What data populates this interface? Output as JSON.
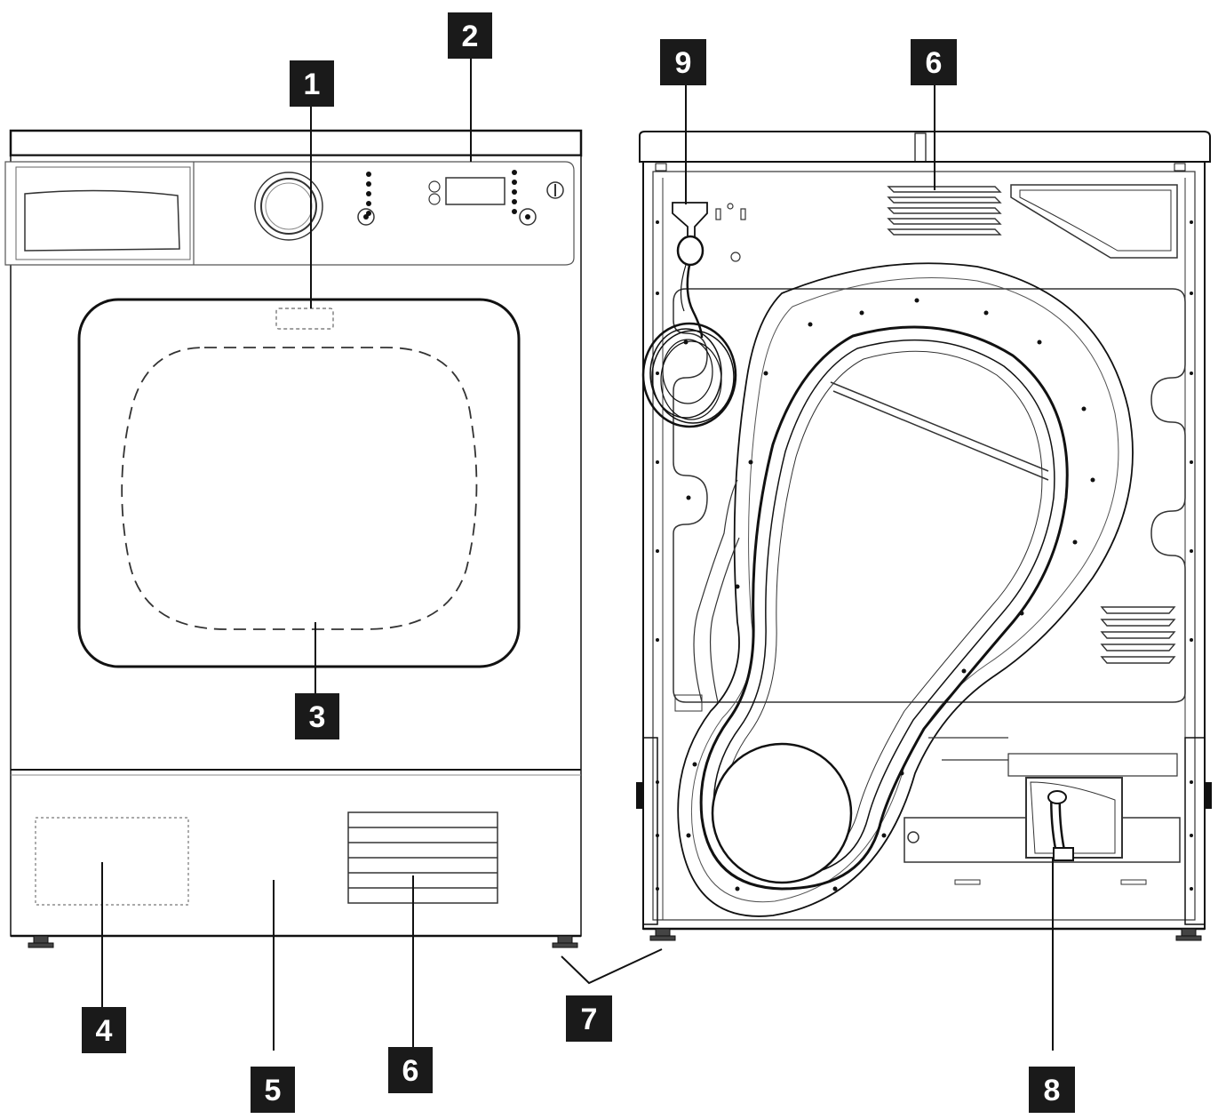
{
  "callouts": [
    {
      "number": "1"
    },
    {
      "number": "2"
    },
    {
      "number": "3"
    },
    {
      "number": "4"
    },
    {
      "number": "5"
    },
    {
      "number": "6"
    },
    {
      "number": "6"
    },
    {
      "number": "7"
    },
    {
      "number": "8"
    },
    {
      "number": "9"
    }
  ]
}
